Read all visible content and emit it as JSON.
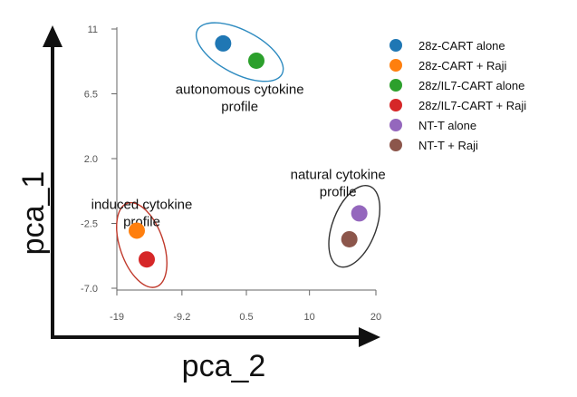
{
  "chart_data": {
    "type": "scatter",
    "xlabel": "pca_2",
    "ylabel": "pca_1",
    "xlim": [
      -19,
      20
    ],
    "ylim": [
      -7.0,
      11
    ],
    "x_ticks": [
      "-19",
      "-9.2",
      "0.5",
      "10",
      "20"
    ],
    "x_tick_values": [
      -19,
      -9.2,
      0.5,
      10,
      20
    ],
    "y_ticks": [
      "11",
      "6.5",
      "2.0",
      "-2.5",
      "-7.0"
    ],
    "y_tick_values": [
      11,
      6.5,
      2.0,
      -2.5,
      -7.0
    ],
    "grid": false,
    "legend_position": "right",
    "series": [
      {
        "name": "28z-CART alone",
        "color": "#1f77b4",
        "x": -3.0,
        "y": 10.0
      },
      {
        "name": "28z-CART + Raji",
        "color": "#ff7f0e",
        "x": -16.0,
        "y": -3.0
      },
      {
        "name": "28z/IL7-CART alone",
        "color": "#2ca02c",
        "x": 2.0,
        "y": 8.8
      },
      {
        "name": "28z/IL7-CART + Raji",
        "color": "#d62728",
        "x": -14.5,
        "y": -5.0
      },
      {
        "name": "NT-T alone",
        "color": "#9467bd",
        "x": 17.5,
        "y": -1.8
      },
      {
        "name": "NT-T + Raji",
        "color": "#8c564b",
        "x": 16.0,
        "y": -3.6
      }
    ],
    "annotations": [
      {
        "id": "autonomous",
        "lines": [
          "autonomous cytokine",
          "profile"
        ],
        "color": "#2e8bc0",
        "members": [
          0,
          2
        ]
      },
      {
        "id": "induced",
        "lines": [
          "induced cytokine",
          "profile"
        ],
        "color": "#c0392b",
        "members": [
          1,
          3
        ]
      },
      {
        "id": "natural",
        "lines": [
          "natural cytokine",
          "profile"
        ],
        "color": "#333333",
        "members": [
          4,
          5
        ]
      }
    ]
  }
}
